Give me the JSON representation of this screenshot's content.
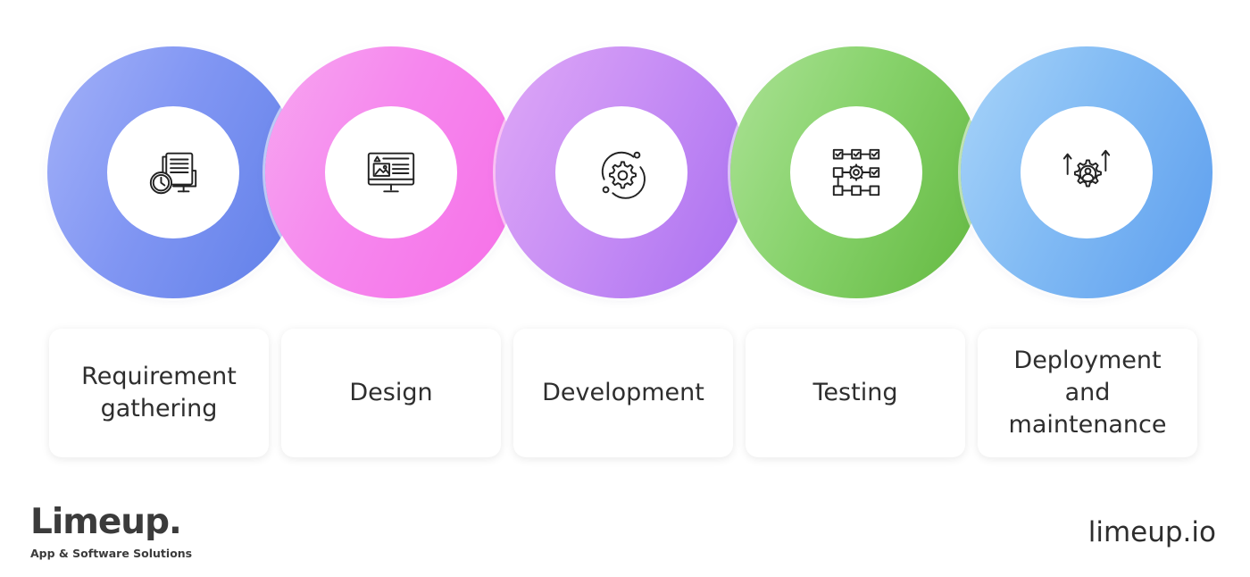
{
  "stages": [
    {
      "label_line1": "Requirement",
      "label_line2": "gathering",
      "label_line3": "",
      "icon": "document-clock-icon",
      "color": "#6f8bef"
    },
    {
      "label_line1": "Design",
      "label_line2": "",
      "label_line3": "",
      "icon": "monitor-layout-icon",
      "color": "#f67eec"
    },
    {
      "label_line1": "Development",
      "label_line2": "",
      "label_line3": "",
      "icon": "gear-orbit-icon",
      "color": "#b97ff3"
    },
    {
      "label_line1": "Testing",
      "label_line2": "",
      "label_line3": "",
      "icon": "checklist-flow-icon",
      "color": "#74c656"
    },
    {
      "label_line1": "Deployment",
      "label_line2": "and",
      "label_line3": "maintenance",
      "icon": "gear-user-arrows-icon",
      "color": "#6eadf1"
    }
  ],
  "brand": {
    "name": "Limeup.",
    "tagline": "App & Software Solutions",
    "website": "limeup.io"
  }
}
